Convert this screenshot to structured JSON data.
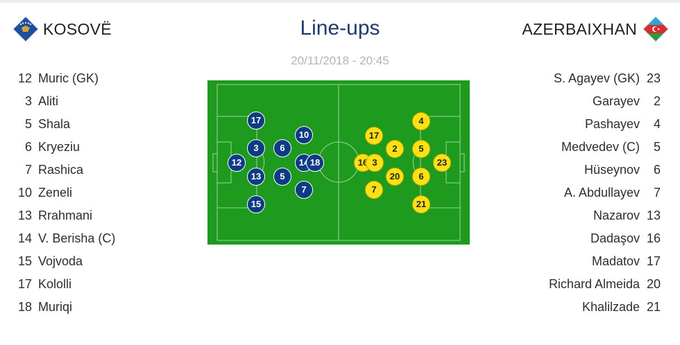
{
  "home_team": {
    "name": "KOSOVË",
    "flag_icon": "kosovo-flag-diamond",
    "colors": {
      "kit": "#0d3c86",
      "kit_text": "#ffffff"
    },
    "players": [
      {
        "number": "12",
        "name": "Muric (GK)"
      },
      {
        "number": "3",
        "name": "Aliti"
      },
      {
        "number": "5",
        "name": "Shala"
      },
      {
        "number": "6",
        "name": "Kryeziu"
      },
      {
        "number": "7",
        "name": "Rashica"
      },
      {
        "number": "10",
        "name": "Zeneli"
      },
      {
        "number": "13",
        "name": "Rrahmani"
      },
      {
        "number": "14",
        "name": "V. Berisha (C)"
      },
      {
        "number": "15",
        "name": "Vojvoda"
      },
      {
        "number": "17",
        "name": "Kololli"
      },
      {
        "number": "18",
        "name": "Muriqi"
      }
    ],
    "pitch_markers": [
      "17",
      "3",
      "12",
      "13",
      "15",
      "6",
      "5",
      "10",
      "14",
      "18",
      "7"
    ]
  },
  "away_team": {
    "name": "AZERBAIXHAN",
    "flag_icon": "azerbaijan-flag-diamond",
    "colors": {
      "kit": "#ffe016",
      "kit_text": "#222222"
    },
    "players": [
      {
        "number": "23",
        "name": "S. Agayev (GK)"
      },
      {
        "number": "2",
        "name": "Garayev"
      },
      {
        "number": "4",
        "name": "Pashayev"
      },
      {
        "number": "5",
        "name": "Medvedev (C)"
      },
      {
        "number": "6",
        "name": "Hüseynov"
      },
      {
        "number": "7",
        "name": "A. Abdullayev"
      },
      {
        "number": "13",
        "name": "Nazarov"
      },
      {
        "number": "16",
        "name": "Dadaşov"
      },
      {
        "number": "17",
        "name": "Madatov"
      },
      {
        "number": "20",
        "name": "Richard Almeida"
      },
      {
        "number": "21",
        "name": "Khalilzade"
      }
    ],
    "pitch_markers": [
      "4",
      "17",
      "2",
      "5",
      "16",
      "3",
      "23",
      "20",
      "6",
      "7",
      "21"
    ]
  },
  "header": {
    "title": "Line-ups",
    "date": "20/11/2018 - 20:45"
  },
  "pitch": {
    "color": "#1e9a1e",
    "line_color": "#9fd39f"
  }
}
